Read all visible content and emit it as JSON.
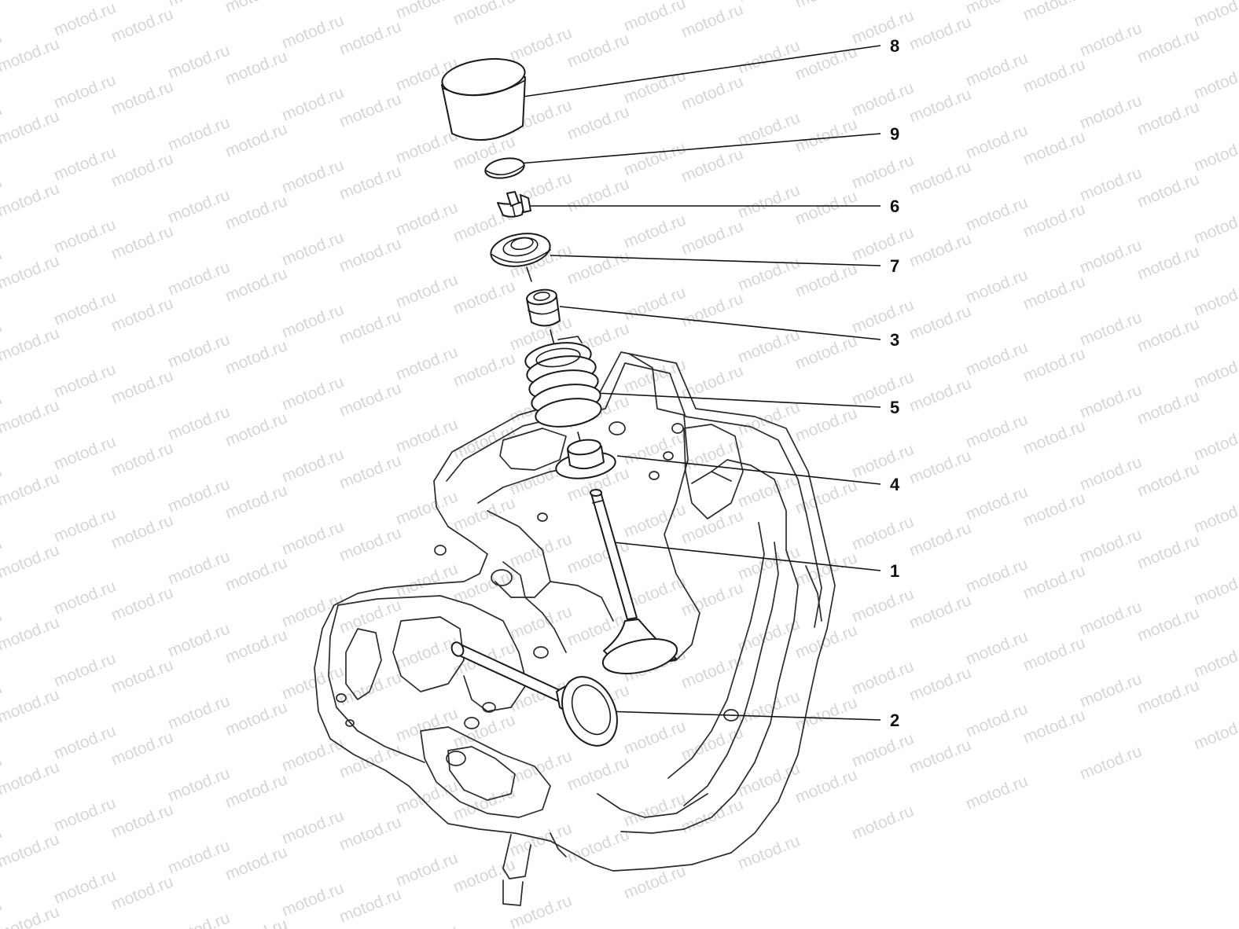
{
  "watermark": {
    "text": "motod.ru"
  },
  "diagram": {
    "callouts": [
      {
        "id": "8",
        "label": "8"
      },
      {
        "id": "9",
        "label": "9"
      },
      {
        "id": "6",
        "label": "6"
      },
      {
        "id": "7",
        "label": "7"
      },
      {
        "id": "3",
        "label": "3"
      },
      {
        "id": "5",
        "label": "5"
      },
      {
        "id": "4",
        "label": "4"
      },
      {
        "id": "1",
        "label": "1"
      },
      {
        "id": "2",
        "label": "2"
      }
    ]
  }
}
